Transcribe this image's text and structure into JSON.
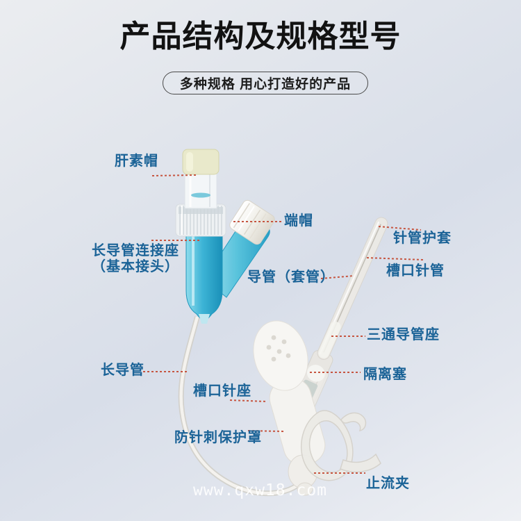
{
  "header": {
    "title": "产品结构及规格型号",
    "subtitle": "多种规格 用心打造好的产品"
  },
  "watermark": "www.qxw18.com",
  "colors": {
    "label_text": "#1b6397",
    "leader_dots": "#c65540",
    "title_text": "#121212",
    "device_blue": "#3db4d6",
    "heparin_cap_top": "#e9e9cb",
    "background": "#dcE1ea"
  },
  "labels": [
    {
      "name": "heparin-cap",
      "text": "肝素帽"
    },
    {
      "name": "long-catheter-connector",
      "line1": "长导管连接座",
      "line2": "（基本接头）"
    },
    {
      "name": "end-cap",
      "text": "端帽"
    },
    {
      "name": "needle-sheath",
      "text": "针管护套"
    },
    {
      "name": "notched-needle-tube",
      "text": "槽口针管"
    },
    {
      "name": "catheter-cannula",
      "text": "导管（套管）"
    },
    {
      "name": "three-way-hub",
      "text": "三通导管座"
    },
    {
      "name": "isolation-plug",
      "text": "隔离塞"
    },
    {
      "name": "long-catheter",
      "text": "长导管"
    },
    {
      "name": "notched-needle-hub",
      "text": "槽口针座"
    },
    {
      "name": "needlestick-guard",
      "text": "防针刺保护罩"
    },
    {
      "name": "flow-stop-clamp",
      "text": "止流夹"
    }
  ],
  "illustration": {
    "parts": [
      "heparin-cap-part",
      "luer-collar-part",
      "y-connector-body-part",
      "end-cap-part",
      "long-catheter-tube-part",
      "needle-sheath-part",
      "three-way-hub-part",
      "needlestick-guard-part",
      "flow-stop-clamp-part"
    ]
  }
}
